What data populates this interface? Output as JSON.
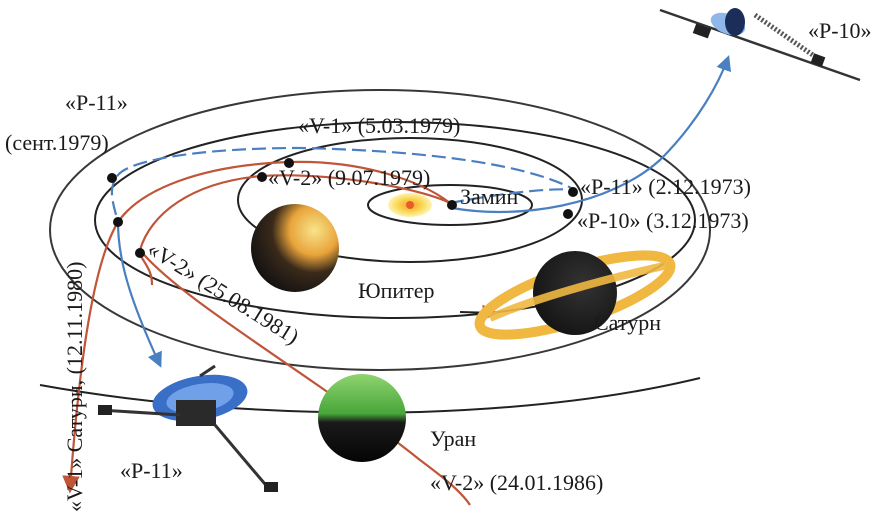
{
  "labels": {
    "p11_top": "«P-11»",
    "p11_top_date": "(сент.1979)",
    "v1_date": "«V-1» (5.03.1979)",
    "v2_date": "«V-2» (9.07.1979)",
    "earth": "Замин",
    "p11_date": "«P-11» (2.12.1973)",
    "p10_date": "«P-10» (3.12.1973)",
    "jupiter": "Юпитер",
    "saturn": "Сатурн",
    "v2_saturn": "«V-2» (25.08.1981)",
    "v1_saturn": "«V-1» Сатурн, (12.11.1980)",
    "uranus": "Уран",
    "p11_craft": "«P-11»",
    "v2_uranus": "«V-2» (24.01.1986)",
    "p10_craft": "«P-10»"
  },
  "colors": {
    "orbit": "#222222",
    "pioneer_path": "#4a7fc0",
    "voyager_path": "#c0553a",
    "jupiter_light": "#f2c14e",
    "saturn_ring": "#f0b840",
    "uranus": "#5cb85c",
    "sun": "#f7d34a"
  }
}
